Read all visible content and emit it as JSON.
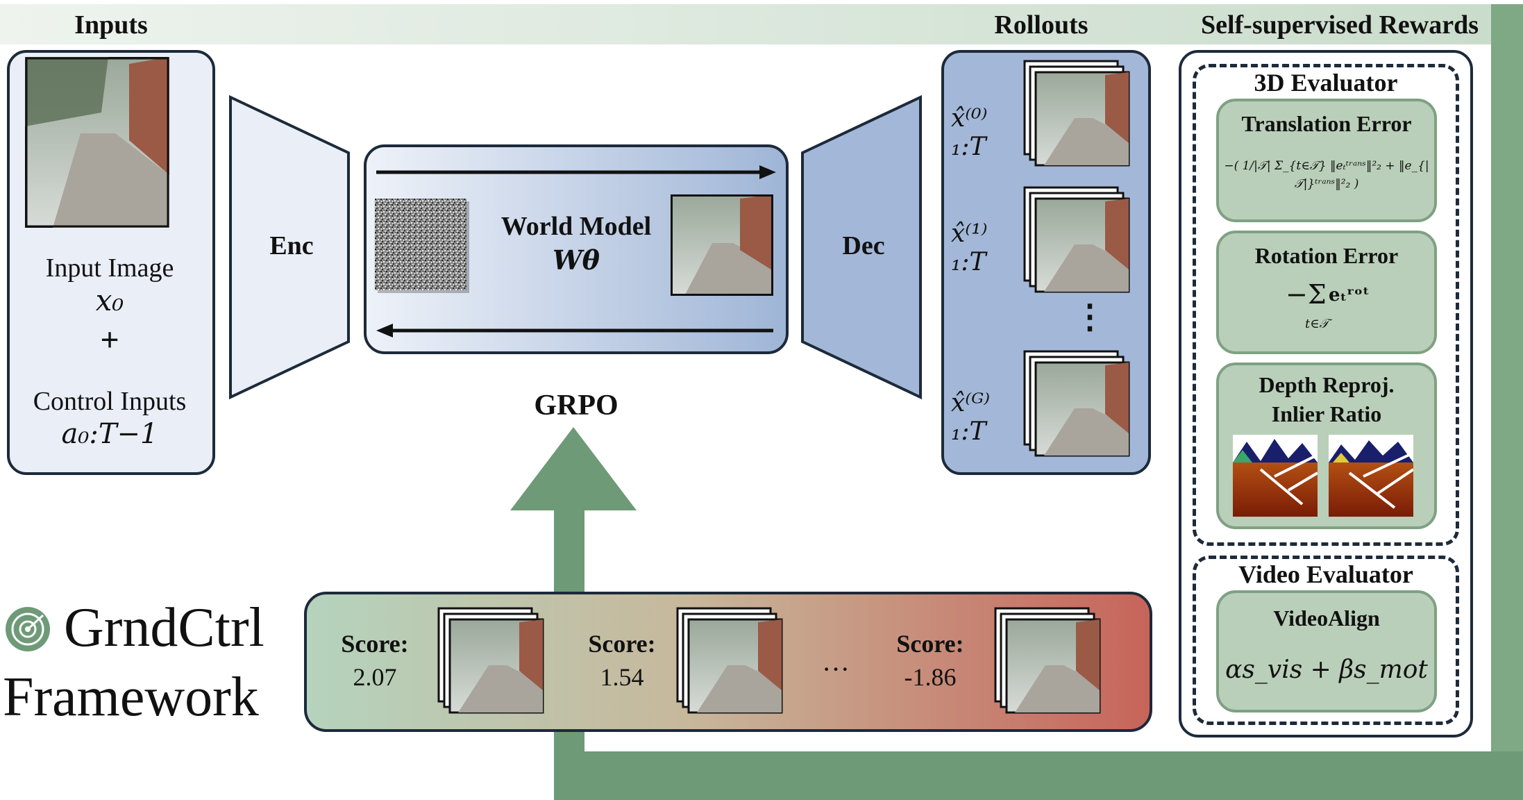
{
  "sections": {
    "inputs": "Inputs",
    "rollouts": "Rollouts",
    "rewards": "Self-supervised Rewards"
  },
  "inputs": {
    "image_label": "Input Image",
    "image_symbol": "x₀",
    "plus": "+",
    "control_label": "Control Inputs",
    "control_symbol": "a₀:T−1"
  },
  "encoder": "Enc",
  "decoder": "Dec",
  "world_model": {
    "title": "World Model",
    "symbol": "Wθ"
  },
  "grpo": "GRPO",
  "rollouts": {
    "labels": [
      "x̂⁽⁰⁾₁:T",
      "x̂⁽¹⁾₁:T",
      "x̂⁽ᴳ⁾₁:T"
    ],
    "ellipsis": "⋮"
  },
  "evaluator_3d": {
    "title": "3D Evaluator",
    "translation": {
      "title": "Translation Error",
      "formula": "−( 1/|𝒯| Σ_{t∈𝒯} ‖eₜᵗʳᵃⁿˢ‖²₂ + ‖e_{|𝒯|}ᵗʳᵃⁿˢ‖²₂ )"
    },
    "rotation": {
      "title": "Rotation Error",
      "formula_sum": "−Σ",
      "formula_sub": "t∈𝒯",
      "formula_term": "eₜʳᵒᵗ"
    },
    "depth": {
      "title_line1": "Depth Reproj.",
      "title_line2": "Inlier Ratio"
    }
  },
  "video_evaluator": {
    "title": "Video Evaluator",
    "videoalign": {
      "title": "VideoAlign",
      "formula": "αs_vis + βs_mot"
    }
  },
  "scores": {
    "label": "Score:",
    "values": [
      "2.07",
      "1.54",
      "-1.86"
    ],
    "ellipsis": "···"
  },
  "framework": {
    "line1": "GrndCtrl",
    "line2": "Framework"
  },
  "colors": {
    "green_arrow": "#6e9a77",
    "panel_blue_light": "#e9eef7",
    "panel_blue_dark": "#a3b8d8",
    "score_green": "#b8d4bf",
    "score_red": "#c7665a",
    "evaluator_green": "#b9cfb9"
  },
  "icons": [
    "framework-logo-icon",
    "noise-image-icon",
    "street-photo-icon",
    "depth-map-icon"
  ]
}
